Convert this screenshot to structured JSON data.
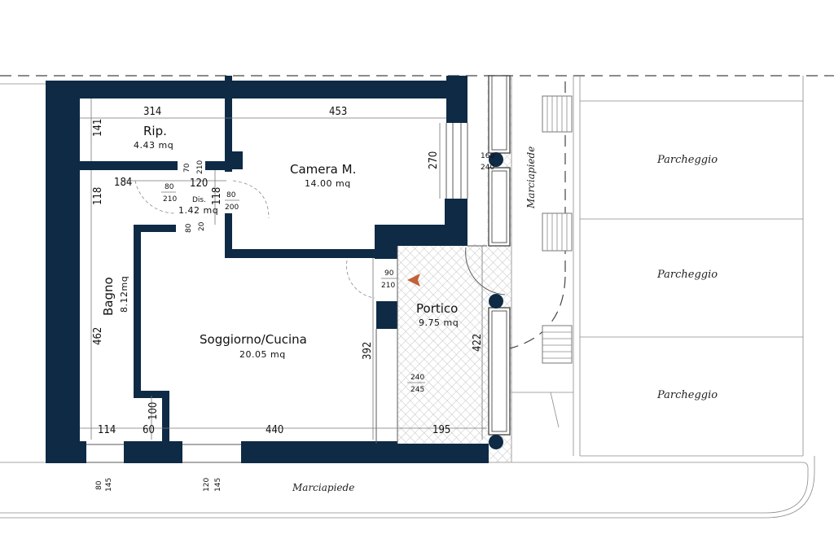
{
  "rooms": {
    "rip": {
      "name": "Rip.",
      "area": "4.43  mq"
    },
    "camera": {
      "name": "Camera  M.",
      "area": "14.00  mq"
    },
    "dis": {
      "name": "Dis.",
      "area": "1.42  mq"
    },
    "bagno": {
      "name": "Bagno",
      "area": "8.12mq"
    },
    "soggiorno": {
      "name": "Soggiorno/Cucina",
      "area": "20.05  mq"
    },
    "portico": {
      "name": "Portico",
      "area": "9.75  mq"
    }
  },
  "dimensions": {
    "rip_width": "314",
    "camera_width": "453",
    "rip_height": "141",
    "camera_height": "270",
    "dis_left": "184",
    "dis_width": "120",
    "bagno_upper": "118",
    "dis_height": "118",
    "bagno_height": "462",
    "soggiorno_height": "392",
    "portico_height": "422",
    "bottom_114": "114",
    "bottom_60": "60",
    "bottom_100": "100",
    "bottom_440": "440",
    "bottom_195": "195",
    "door_90": "90",
    "door_210": "210",
    "door_240": "240",
    "door_245": "245",
    "door_80a": "80",
    "door_210a": "210",
    "door_70": "70",
    "door_210b": "210",
    "door_80b": "80",
    "door_200": "200",
    "door_80c": "80",
    "door_20": "20",
    "door_160": "160",
    "door_240b": "240",
    "win_80": "80",
    "win_145a": "145",
    "win_120": "120",
    "win_145b": "145"
  },
  "labels": {
    "marciapiede_vertical": "Marciapiede",
    "marciapiede_bottom": "Marciapiede",
    "parking": [
      "Parcheggio",
      "Parcheggio",
      "Parcheggio"
    ]
  },
  "colors": {
    "wall": "#0e2a45",
    "arrow": "#c0623a",
    "hatch": "#bdbdbd"
  },
  "icons": {
    "north_arrow": "arrow-left-icon"
  }
}
